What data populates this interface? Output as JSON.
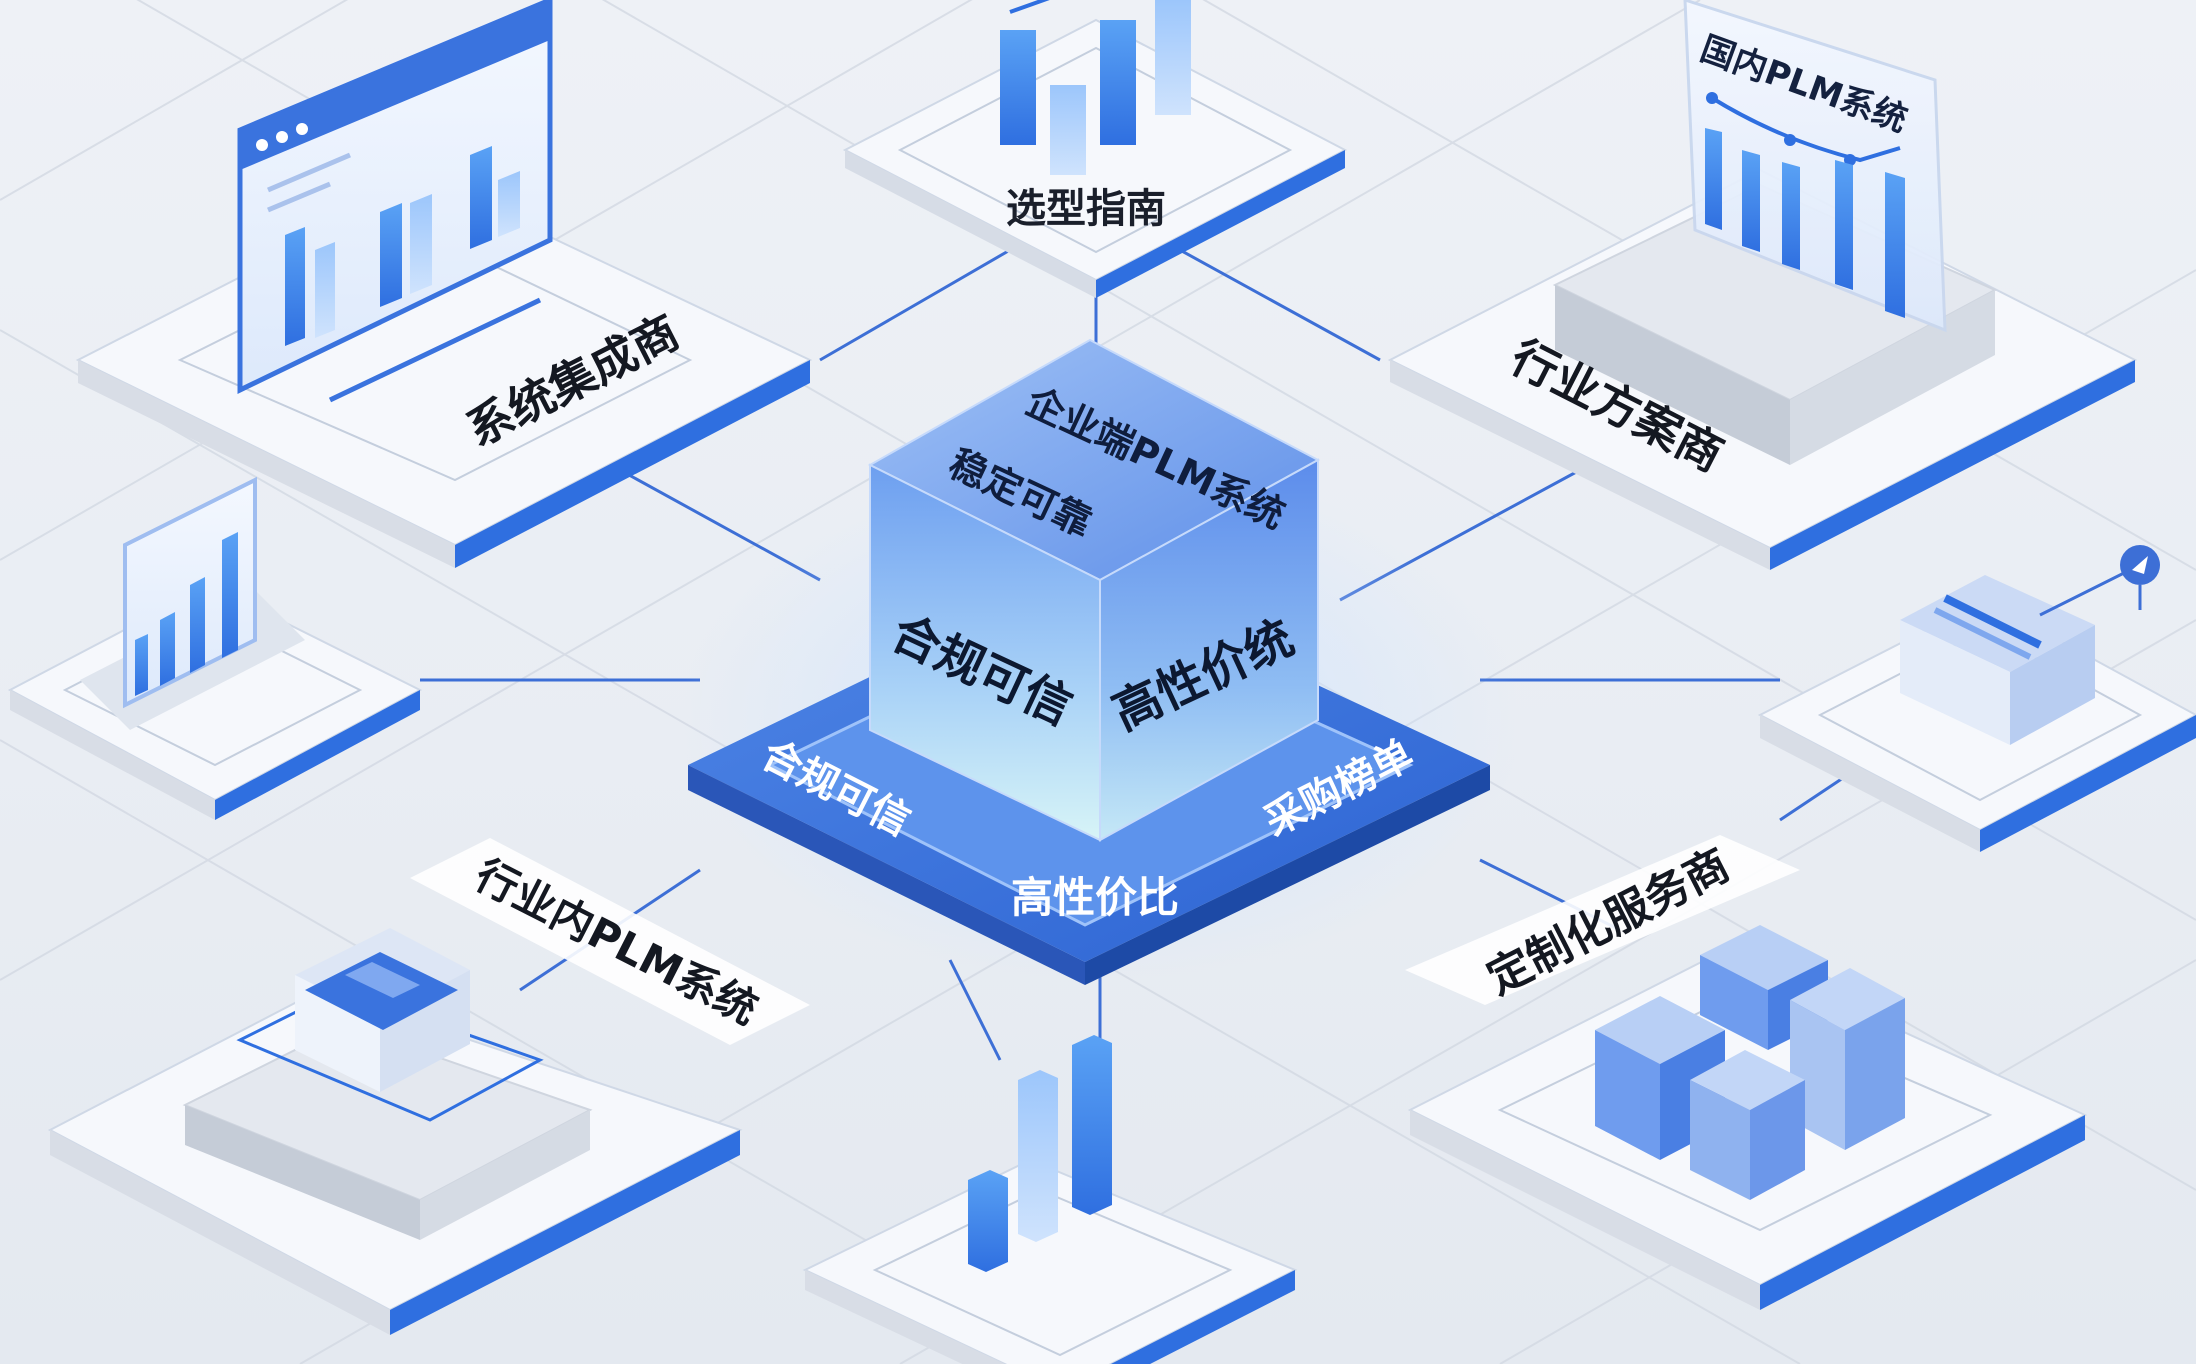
{
  "center": {
    "top_face": "企业端PLM系统",
    "top_subtitle": "稳定可靠",
    "left_face": "合规可信",
    "right_face": "高性价统",
    "base_left": "合规可信",
    "base_front": "高性价比",
    "base_right": "采购榜单"
  },
  "nodes": {
    "selection_guide": "选型指南",
    "integrator": "系统集成商",
    "industry_solution": "行业方案商",
    "industry_plm": "行业内PLM系统",
    "custom_service": "定制化服务商",
    "domestic_plm_screen": "国内PLM系统"
  },
  "colors": {
    "accent": "#2f6fe0",
    "accent_dark": "#1f4fb5",
    "platform_top": "#f7f9fc",
    "line": "#3d6fd6"
  }
}
